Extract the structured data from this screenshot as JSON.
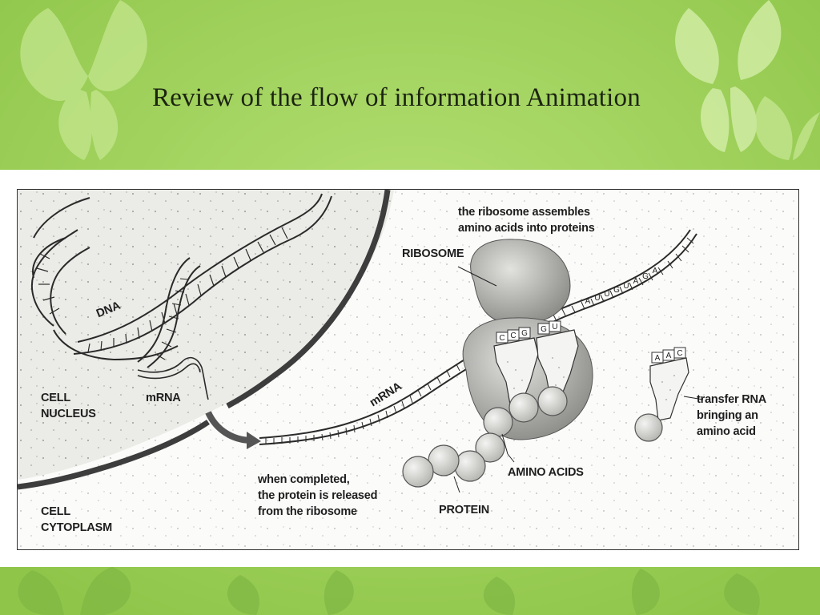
{
  "slide": {
    "title": "Review of the flow of information Animation",
    "colors": {
      "background": "#9ed25a",
      "butterfly": "#b8e07c",
      "figure_bg": "#ffffff"
    }
  },
  "figure": {
    "labels": {
      "ribosome_caption_line1": "the ribosome assembles",
      "ribosome_caption_line2": "amino acids into proteins",
      "ribosome": "RIBOSOME",
      "dna": "DNA",
      "mrna_nucleus": "mRNA",
      "mrna_cytoplasm": "mRNA",
      "cell_nucleus_line1": "CELL",
      "cell_nucleus_line2": "NUCLEUS",
      "cell_cytoplasm_line1": "CELL",
      "cell_cytoplasm_line2": "CYTOPLASM",
      "released_line1": "when completed,",
      "released_line2": "the protein is released",
      "released_line3": "from the ribosome",
      "amino_acids": "AMINO ACIDS",
      "protein": "PROTEIN",
      "trna_line1": "transfer RNA",
      "trna_line2": "bringing an",
      "trna_line3": "amino acid"
    },
    "codons": {
      "mrna_top": [
        "A",
        "U",
        "U",
        "G",
        "U",
        "A",
        "G",
        "A"
      ],
      "trna_anticodon": [
        "A",
        "A",
        "C"
      ],
      "ribosome_codons": [
        "C",
        "C",
        "G",
        "G",
        "U"
      ]
    }
  }
}
